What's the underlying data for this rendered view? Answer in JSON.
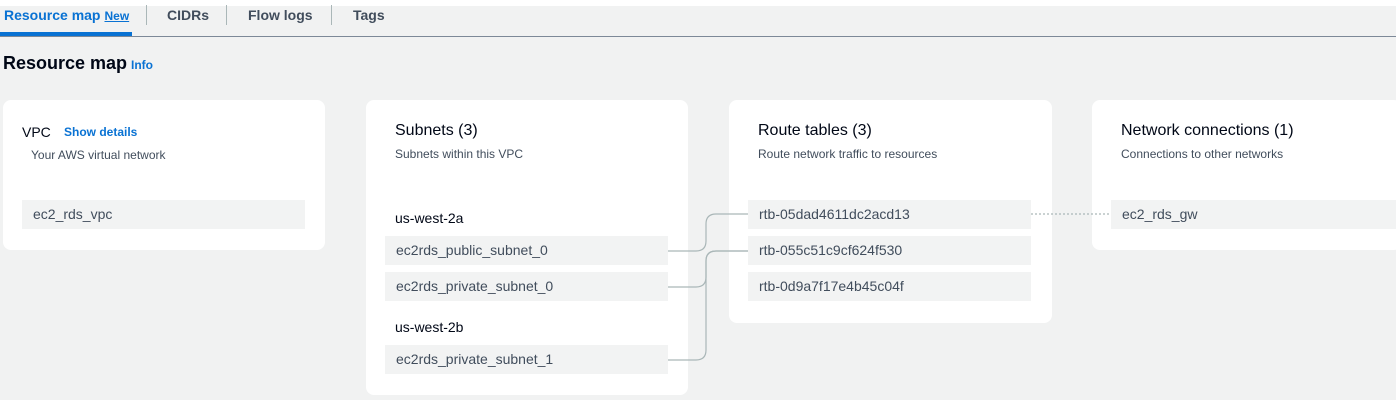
{
  "tabs": [
    {
      "label": "Resource map",
      "badge": "New",
      "active": true
    },
    {
      "label": "CIDRs"
    },
    {
      "label": "Flow logs"
    },
    {
      "label": "Tags"
    }
  ],
  "page": {
    "title": "Resource map",
    "info": "Info"
  },
  "vpc": {
    "title": "VPC",
    "show_details": "Show details",
    "description": "Your AWS virtual network",
    "items": [
      "ec2_rds_vpc"
    ]
  },
  "subnets": {
    "title": "Subnets (3)",
    "description": "Subnets within this VPC",
    "groups": [
      {
        "az": "us-west-2a",
        "items": [
          "ec2rds_public_subnet_0",
          "ec2rds_private_subnet_0"
        ]
      },
      {
        "az": "us-west-2b",
        "items": [
          "ec2rds_private_subnet_1"
        ]
      }
    ]
  },
  "route_tables": {
    "title": "Route tables (3)",
    "description": "Route network traffic to resources",
    "items": [
      "rtb-05dad4611dc2acd13",
      "rtb-055c51c9cf624f530",
      "rtb-0d9a7f17e4b45c04f"
    ]
  },
  "network_connections": {
    "title": "Network connections (1)",
    "description": "Connections to other networks",
    "items": [
      "ec2_rds_gw"
    ]
  },
  "colors": {
    "accent": "#0972d3",
    "connector": "#aab7b8"
  }
}
